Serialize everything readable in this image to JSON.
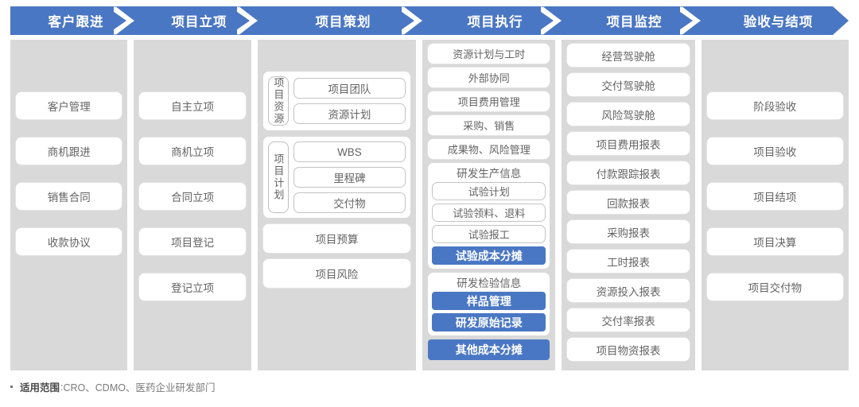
{
  "header": {
    "stages": [
      {
        "label": "客户跟进"
      },
      {
        "label": "项目立项"
      },
      {
        "label": "项目策划"
      },
      {
        "label": "项目执行"
      },
      {
        "label": "项目监控"
      },
      {
        "label": "验收与结项"
      }
    ]
  },
  "colors": {
    "accent_blue": "#4a77c4",
    "panel_gray": "#d9d9d9",
    "card_white": "#ffffff",
    "text_gray": "#636363"
  },
  "columns": [
    {
      "name": "客户跟进",
      "items": [
        {
          "label": "客户管理",
          "style": "white"
        },
        {
          "label": "商机跟进",
          "style": "white"
        },
        {
          "label": "销售合同",
          "style": "white"
        },
        {
          "label": "收款协议",
          "style": "white"
        }
      ]
    },
    {
      "name": "项目立项",
      "items": [
        {
          "label": "自主立项",
          "style": "white"
        },
        {
          "label": "商机立项",
          "style": "white"
        },
        {
          "label": "合同立项",
          "style": "white"
        },
        {
          "label": "项目登记",
          "style": "white"
        },
        {
          "label": "登记立项",
          "style": "white"
        }
      ]
    },
    {
      "name": "项目策划",
      "groups": [
        {
          "vlabel": "项目资源",
          "chips": [
            "项目团队",
            "资源计划"
          ]
        },
        {
          "vlabel": "项目计划",
          "chips": [
            "WBS",
            "里程碑",
            "交付物"
          ]
        }
      ],
      "items": [
        {
          "label": "项目预算",
          "style": "white"
        },
        {
          "label": "项目风险",
          "style": "white"
        }
      ]
    },
    {
      "name": "项目执行",
      "items": [
        {
          "label": "资源计划与工时",
          "style": "white"
        },
        {
          "label": "外部协同",
          "style": "white"
        },
        {
          "label": "项目费用管理",
          "style": "white"
        },
        {
          "label": "采购、销售",
          "style": "white"
        },
        {
          "label": "成果物、风险管理",
          "style": "white"
        }
      ],
      "subgroups": [
        {
          "title": "研发生产信息",
          "chips": [
            {
              "label": "试验计划",
              "style": "outline"
            },
            {
              "label": "试验领料、退料",
              "style": "outline"
            },
            {
              "label": "试验报工",
              "style": "outline"
            },
            {
              "label": "试验成本分摊",
              "style": "blue"
            }
          ]
        },
        {
          "title": "研发检验信息",
          "chips": [
            {
              "label": "样品管理",
              "style": "blue"
            },
            {
              "label": "研发原始记录",
              "style": "blue"
            }
          ]
        }
      ],
      "trailing": [
        {
          "label": "其他成本分摊",
          "style": "blue"
        }
      ]
    },
    {
      "name": "项目监控",
      "items": [
        {
          "label": "经营驾驶舱",
          "style": "white"
        },
        {
          "label": "交付驾驶舱",
          "style": "white"
        },
        {
          "label": "风险驾驶舱",
          "style": "white"
        },
        {
          "label": "项目费用报表",
          "style": "white"
        },
        {
          "label": "付款跟踪报表",
          "style": "white"
        },
        {
          "label": "回款报表",
          "style": "white"
        },
        {
          "label": "采购报表",
          "style": "white"
        },
        {
          "label": "工时报表",
          "style": "white"
        },
        {
          "label": "资源投入报表",
          "style": "white"
        },
        {
          "label": "交付率报表",
          "style": "white"
        },
        {
          "label": "项目物资报表",
          "style": "white"
        }
      ]
    },
    {
      "name": "验收与结项",
      "items": [
        {
          "label": "阶段验收",
          "style": "white"
        },
        {
          "label": "项目验收",
          "style": "white"
        },
        {
          "label": "项目结项",
          "style": "white"
        },
        {
          "label": "项目决算",
          "style": "white"
        },
        {
          "label": "项目交付物",
          "style": "white"
        }
      ]
    }
  ],
  "footer": {
    "bullet_label": "适用范围",
    "separator": ": ",
    "value": "CRO、CDMO、医药企业研发部门"
  }
}
